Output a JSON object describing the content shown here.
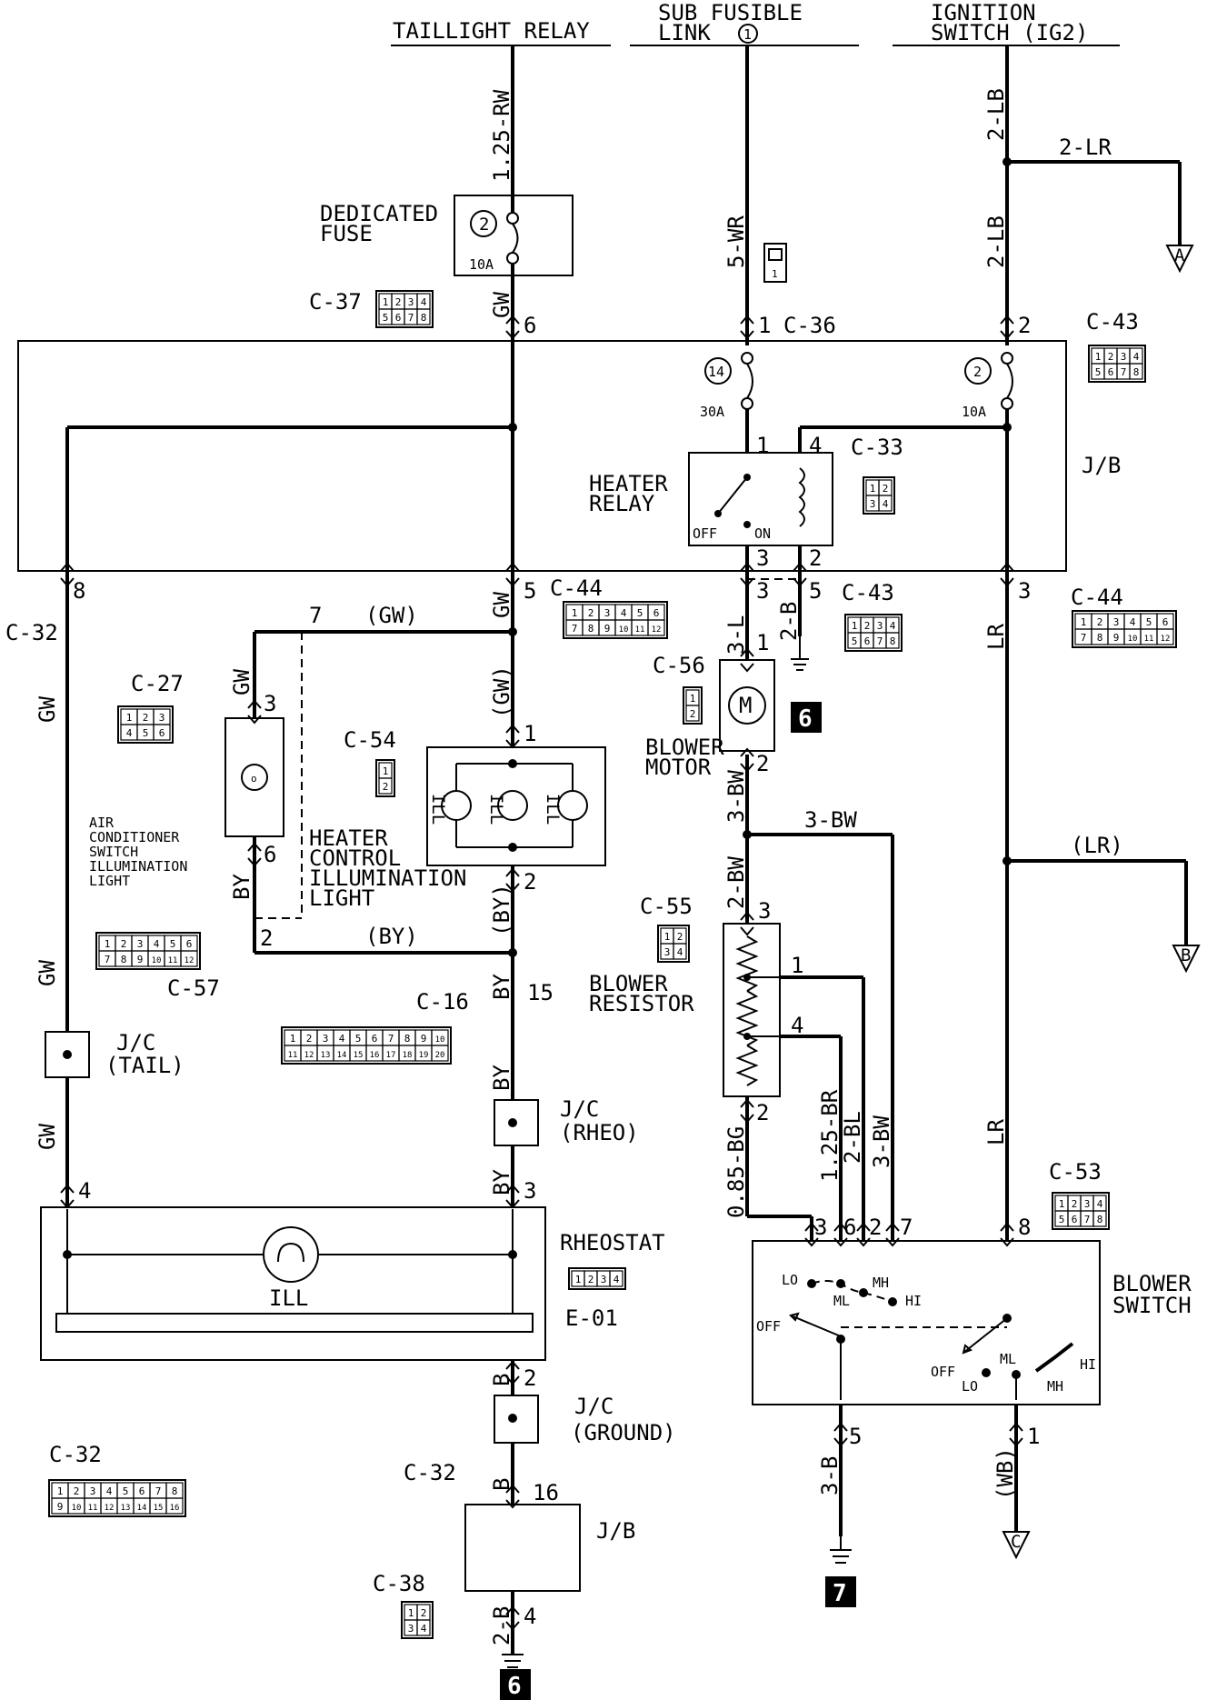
{
  "sources": {
    "taillight_relay": "TAILLIGHT RELAY",
    "sub_fusible_link_1": "SUB FUSIBLE",
    "sub_fusible_link_2": "LINK",
    "sub_fusible_link_num": "1",
    "ignition_1": "IGNITION",
    "ignition_2": "SWITCH (IG2)"
  },
  "wires": {
    "w_125rw": "1.25-RW",
    "w_5wr": "5-WR",
    "w_2lb_top": "2-LB",
    "w_2lr": "2-LR",
    "w_2lb_mid": "2-LB",
    "w_gw_fuse": "GW",
    "w_gw_left": "GW",
    "w_gw_c27": "GW",
    "w_gw_mid": "GW",
    "w_gw_par": "(GW)",
    "w_gw_c54": "(GW)",
    "w_gw_low": "GW",
    "w_gw_low2": "GW",
    "w_by_left": "BY",
    "w_by_par": "(BY)",
    "w_by_par2": "(BY)",
    "w_by_mid": "BY",
    "w_by_mid2": "BY",
    "w_by_mid3": "BY",
    "w_3l": "3-L",
    "w_2b": "2-B",
    "w_3bw_a": "3-BW",
    "w_3bw_b": "3-BW",
    "w_2bw": "2-BW",
    "w_065bg": "0.85-BG",
    "w_125br": "1.25-BR",
    "w_2bl": "2-BL",
    "w_3bw_c": "3-BW",
    "w_lr_a": "LR",
    "w_lr_par": "(LR)",
    "w_lr_b": "LR",
    "w_b_a": "B",
    "w_b_b": "B",
    "w_2b_bot": "2-B",
    "w_3b": "3-B",
    "w_wb": "(WB)"
  },
  "components": {
    "dedicated_fuse_1": "DEDICATED",
    "dedicated_fuse_2": "FUSE",
    "fuse_num_2": "2",
    "fuse_10a": "10A",
    "fuse_14": "14",
    "fuse_30a": "30A",
    "fuse2_num": "2",
    "fuse2_10a": "10A",
    "jb": "J/B",
    "jb2": "J/B",
    "heater_relay_1": "HEATER",
    "heater_relay_2": "RELAY",
    "relay_off": "OFF",
    "relay_on": "ON",
    "blower_motor_1": "BLOWER",
    "blower_motor_2": "MOTOR",
    "hcil_1": "HEATER",
    "hcil_2": "CONTROL",
    "hcil_3": "ILLUMINATION",
    "hcil_4": "LIGHT",
    "acs_1": "AIR",
    "acs_2": "CONDITIONER",
    "acs_3": "SWITCH",
    "acs_4": "ILLUMINATION",
    "acs_5": "LIGHT",
    "ill_1": "ILL",
    "ill_2": "ILL",
    "ill_3": "ILL",
    "ill_rheo": "ILL",
    "blower_resistor_1": "BLOWER",
    "blower_resistor_2": "RESISTOR",
    "jc_tail_1": "J/C",
    "jc_tail_2": "(TAIL)",
    "jc_rheo_1": "J/C",
    "jc_rheo_2": "(RHEO)",
    "jc_gnd_1": "J/C",
    "jc_gnd_2": "(GROUND)",
    "rheostat": "RHEOSTAT",
    "e01": "E-01",
    "blower_switch_1": "BLOWER",
    "blower_switch_2": "SWITCH",
    "bs_lo": "LO",
    "bs_ml": "ML",
    "bs_mh": "MH",
    "bs_hi": "HI",
    "bs_off": "OFF",
    "bs2_off": "OFF",
    "bs2_lo": "LO",
    "bs2_ml": "ML",
    "bs2_mh": "MH",
    "bs2_hi": "HI"
  },
  "connectors": {
    "c37": "C-37",
    "c36": "C-36",
    "c43_top": "C-43",
    "c33": "C-33",
    "c44_mid": "C-44",
    "c43_mid": "C-43",
    "c44_right": "C-44",
    "c32_left": "C-32",
    "c27": "C-27",
    "c54": "C-54",
    "c56": "C-56",
    "c55": "C-55",
    "c57": "C-57",
    "c16": "C-16",
    "c53": "C-53",
    "c32_bl": "C-32",
    "c32_mid": "C-32",
    "c38": "C-38"
  },
  "pins": {
    "p6": "6",
    "p1": "1",
    "p2": "2",
    "p1r": "1",
    "p4r": "4",
    "p3r": "3",
    "p2r": "2",
    "p8": "8",
    "p5": "5",
    "p3a": "3",
    "p5b": "5",
    "p3c": "3",
    "p7": "7",
    "p3d": "3",
    "p6d": "6",
    "p2d": "2",
    "p1m": "1",
    "p2m": "2",
    "p1mot": "1",
    "p2mot": "2",
    "p3res": "3",
    "p1res": "1",
    "p4res": "4",
    "p2res": "2",
    "p15": "15",
    "p4l": "4",
    "p3rh": "3",
    "p2g": "2",
    "p16": "16",
    "p4g": "4",
    "p3bs": "3",
    "p6bs": "6",
    "p2bs": "2",
    "p7bs": "7",
    "p8bs": "8",
    "p5bs": "5",
    "p1bs": "1"
  },
  "grounds": {
    "g6a": "6",
    "g6b": "6",
    "g7": "7"
  },
  "offpage": {
    "a": "A",
    "b": "B",
    "c": "C"
  },
  "connector_pins": {
    "c37": [
      "1",
      "2",
      "3",
      "4",
      "5",
      "6",
      "7",
      "8"
    ],
    "c43": [
      "1",
      "2",
      "3",
      "4",
      "5",
      "6",
      "7",
      "8"
    ],
    "c33": [
      "1",
      "2",
      "3",
      "4"
    ],
    "c56": [
      "1",
      "2"
    ],
    "c54": [
      "1",
      "2"
    ],
    "c55": [
      "1",
      "2",
      "3",
      "4"
    ],
    "c38": [
      "1",
      "2",
      "3",
      "4"
    ],
    "e01": [
      "1",
      "2",
      "3",
      "4"
    ],
    "c53": [
      "1",
      "2",
      "3",
      "4",
      "5",
      "6",
      "7",
      "8"
    ],
    "c27": [
      "1",
      "2",
      "3",
      "4",
      "5",
      "6"
    ],
    "c44": [
      "1",
      "2",
      "3",
      "4",
      "5",
      "6",
      "7",
      "8",
      "9",
      "10",
      "11",
      "12"
    ],
    "c57": [
      "1",
      "2",
      "3",
      "4",
      "5",
      "6",
      "7",
      "8",
      "9",
      "10",
      "11",
      "12"
    ],
    "c32": [
      "1",
      "2",
      "3",
      "4",
      "5",
      "6",
      "7",
      "8",
      "9",
      "10",
      "11",
      "12",
      "13",
      "14",
      "15",
      "16"
    ],
    "c16": [
      "1",
      "2",
      "3",
      "4",
      "5",
      "6",
      "7",
      "8",
      "9",
      "10",
      "11",
      "12",
      "13",
      "14",
      "15",
      "16",
      "17",
      "18",
      "19",
      "20"
    ]
  }
}
